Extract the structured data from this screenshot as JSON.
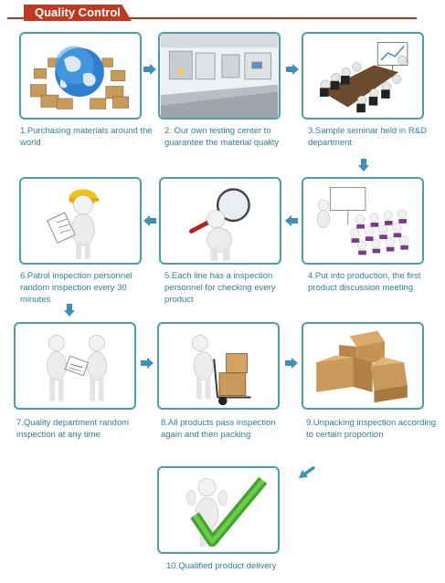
{
  "header": {
    "title": "Quality Control"
  },
  "steps": [
    {
      "text": "1.Purchasing materials around the world"
    },
    {
      "text": "2.  Our own testing center to guarantee the material quality"
    },
    {
      "text": "3.Sample seminar held in R&D department"
    },
    {
      "text": "4.Put into production, the first product discussion meeting"
    },
    {
      "text": "5.Each line has a inspection personnel for checking every product"
    },
    {
      "text": "6.Patrol inspection personnel random inspection every 30 minutes"
    },
    {
      "text": "7.Quality department random inspection at any time"
    },
    {
      "text": "8.All products pass inspection again and then packing"
    },
    {
      "text": "9.Unpacking inspection according to certain proportion"
    },
    {
      "text": "10.Qualified product delivery"
    }
  ],
  "colors": {
    "accent": "#c0391f",
    "border": "#4aa0a8",
    "caption": "#2f7e9a",
    "arrow": "#3e8fc1"
  }
}
